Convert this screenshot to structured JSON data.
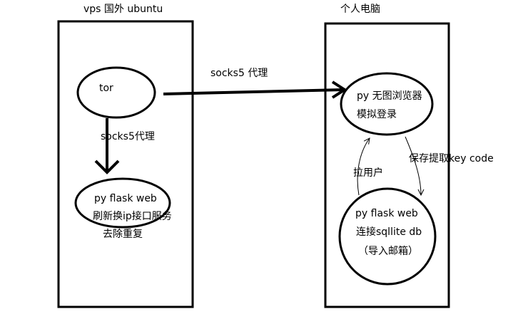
{
  "left_box": {
    "title": "vps 国外 ubuntu",
    "tor_label": "tor",
    "socks_down_label": "socks5代理",
    "flask_title": "py flask web",
    "flask_line2": "刷新换ip接口服务",
    "flask_line3": "去除重复"
  },
  "right_box": {
    "title": "个人电脑",
    "browser_line1": "py 无图浏览器",
    "browser_line2": "模拟登录",
    "flask_title": "py flask web",
    "flask_line2": "连接sqllite db",
    "flask_line3": "（导入邮箱）"
  },
  "connectors": {
    "socks_across_label": "socks5 代理",
    "pull_users_label": "拉用户",
    "save_key_label": "保存提取key code"
  }
}
